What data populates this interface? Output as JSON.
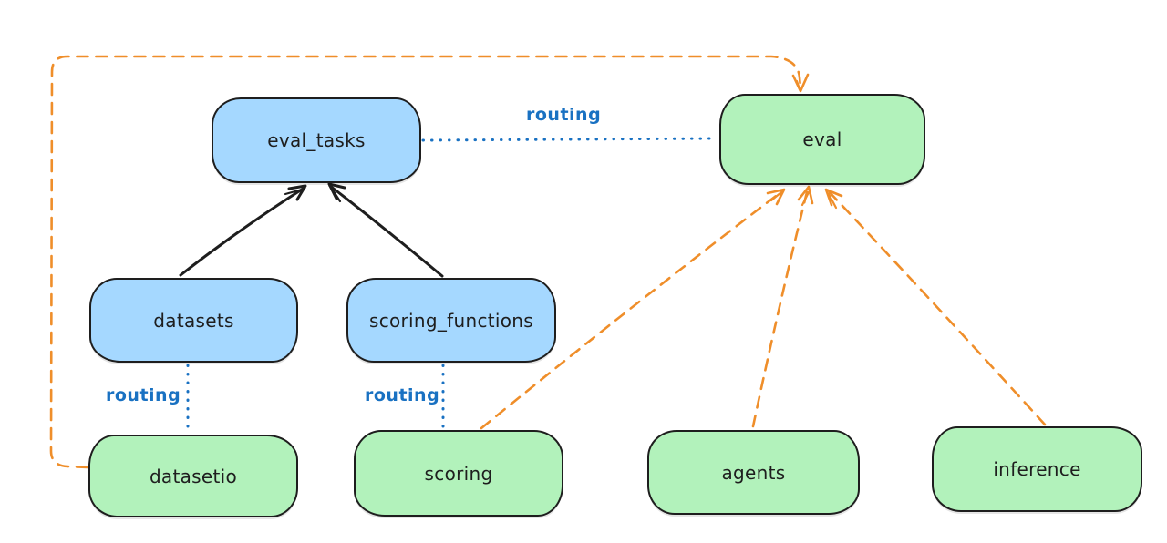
{
  "nodes": {
    "eval_tasks": {
      "label": "eval_tasks",
      "fill": "#a5d8ff"
    },
    "eval": {
      "label": "eval",
      "fill": "#b2f2bb"
    },
    "datasets": {
      "label": "datasets",
      "fill": "#a5d8ff"
    },
    "scoring_functions": {
      "label": "scoring_functions",
      "fill": "#a5d8ff"
    },
    "datasetio": {
      "label": "datasetio",
      "fill": "#b2f2bb"
    },
    "scoring": {
      "label": "scoring",
      "fill": "#b2f2bb"
    },
    "agents": {
      "label": "agents",
      "fill": "#b2f2bb"
    },
    "inference": {
      "label": "inference",
      "fill": "#b2f2bb"
    }
  },
  "edge_labels": {
    "eval_tasks_eval": "routing",
    "datasets_datasetio": "routing",
    "scoring_functions_scoring": "routing"
  },
  "colors": {
    "blue_fill": "#a5d8ff",
    "green_fill": "#b2f2bb",
    "stroke": "#1e1e1e",
    "routing_blue": "#1971c2",
    "orange": "#ef8e2a",
    "background": "#ffffff"
  }
}
